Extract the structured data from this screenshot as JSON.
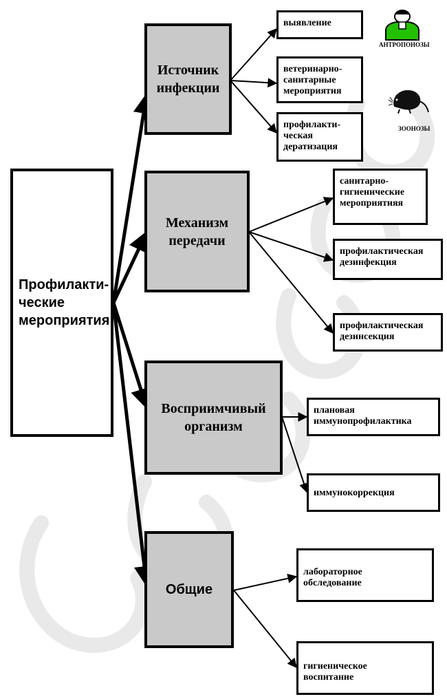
{
  "root": {
    "label": "Профилакти-\nческие\nмероприятия"
  },
  "categories": [
    {
      "label": "Источник\nинфекции"
    },
    {
      "label": "Механизм\nпередачи"
    },
    {
      "label": "Восприимчивый\nорганизм"
    },
    {
      "label": "Общие"
    }
  ],
  "leaves": [
    {
      "label": "выявление"
    },
    {
      "label": "ветеринарно-\nсанитарные\nмероприятия"
    },
    {
      "label": "профилакти-\nческая\nдератизация"
    },
    {
      "label": "санитарно-\nгигиенические\nмероприятияя"
    },
    {
      "label": "профилактическая\nдезинфекция"
    },
    {
      "label": "профилактическая\nдезинсекция"
    },
    {
      "label": "плановая\nиммунопрофилактика"
    },
    {
      "label": "иммунокоррекция"
    },
    {
      "label": "лабораторное\nобследование"
    },
    {
      "label": "гигиеническое\nвоспитание"
    }
  ],
  "illustrations": {
    "person_caption": "АНТРОПОНОЗЫ",
    "rat_caption": "ЗООНОЗЫ",
    "person_color": "#22c000"
  },
  "colors": {
    "category_fill": "#c9c9c9",
    "border": "#000000",
    "watermark": "#e9e9e9"
  }
}
